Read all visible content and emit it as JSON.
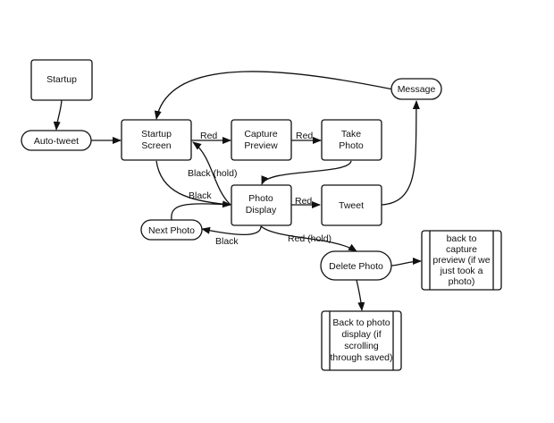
{
  "nodes": {
    "startup": {
      "lines": [
        "Startup"
      ],
      "shape": "process"
    },
    "auto_tweet": {
      "lines": [
        "Auto-tweet"
      ],
      "shape": "terminator"
    },
    "startup_screen": {
      "lines": [
        "Startup",
        "Screen"
      ],
      "shape": "process"
    },
    "capture_preview": {
      "lines": [
        "Capture",
        "Preview"
      ],
      "shape": "process"
    },
    "take_photo": {
      "lines": [
        "Take",
        "Photo"
      ],
      "shape": "process"
    },
    "message": {
      "lines": [
        "Message"
      ],
      "shape": "terminator"
    },
    "photo_display": {
      "lines": [
        "Photo",
        "Display"
      ],
      "shape": "process"
    },
    "tweet": {
      "lines": [
        "Tweet"
      ],
      "shape": "process"
    },
    "next_photo": {
      "lines": [
        "Next Photo"
      ],
      "shape": "terminator"
    },
    "delete_photo": {
      "lines": [
        "Delete Photo"
      ],
      "shape": "terminator"
    },
    "back_to_capture": {
      "lines": [
        "back to",
        "capture",
        "preview (if we",
        "just took a",
        "photo)"
      ],
      "shape": "predefined-process"
    },
    "back_to_display": {
      "lines": [
        "Back to photo",
        "display (if",
        "scrolling",
        "through saved)"
      ],
      "shape": "predefined-process"
    }
  },
  "edges": [
    {
      "from": "startup",
      "to": "auto_tweet",
      "label": ""
    },
    {
      "from": "auto_tweet",
      "to": "startup_screen",
      "label": ""
    },
    {
      "from": "startup_screen",
      "to": "capture_preview",
      "label": "Red"
    },
    {
      "from": "capture_preview",
      "to": "take_photo",
      "label": "Red"
    },
    {
      "from": "take_photo",
      "to": "photo_display",
      "label": ""
    },
    {
      "from": "photo_display",
      "to": "startup_screen",
      "label": "Black (hold)"
    },
    {
      "from": "startup_screen",
      "to": "photo_display",
      "label": "Black"
    },
    {
      "from": "next_photo",
      "to": "photo_display",
      "label": ""
    },
    {
      "from": "photo_display",
      "to": "tweet",
      "label": "Red"
    },
    {
      "from": "tweet",
      "to": "message",
      "label": ""
    },
    {
      "from": "message",
      "to": "startup_screen",
      "label": ""
    },
    {
      "from": "photo_display",
      "to": "next_photo",
      "label": "Black"
    },
    {
      "from": "photo_display",
      "to": "delete_photo",
      "label": "Red (hold)"
    },
    {
      "from": "delete_photo",
      "to": "back_to_capture",
      "label": ""
    },
    {
      "from": "delete_photo",
      "to": "back_to_display",
      "label": ""
    }
  ]
}
